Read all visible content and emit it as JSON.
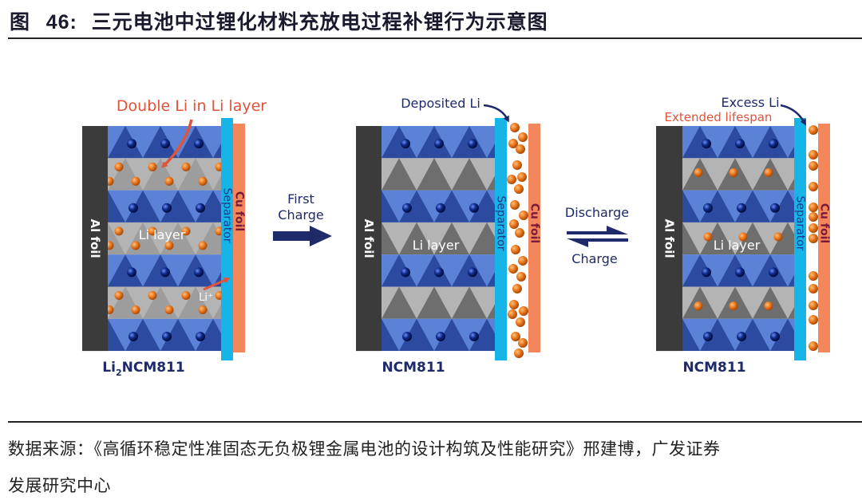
{
  "figure": {
    "prefix": "图",
    "number": "46:",
    "title": "三元电池中过锂化材料充放电过程补锂行为示意图"
  },
  "colors": {
    "al_foil": "#3b3b3b",
    "separator": "#17b4e8",
    "cu_foil": "#f4865c",
    "blue_light": "#5b82d6",
    "blue_dark": "#2c4ba0",
    "gray_light": "#b4b4b4",
    "gray_dark": "#6e6e6e",
    "li_ball": "#e9761d",
    "tm_ball": "#0d2a8c",
    "accent_red": "#e0543a",
    "accent_navy": "#1f2a6b",
    "label_navy": "#1f2a6b"
  },
  "panels": [
    {
      "id": "li2ncm811",
      "caption_main": "Li",
      "caption_sub": "2",
      "caption_rest": "NCM811",
      "al_foil_label": "Al foil",
      "separator_label": "Separator",
      "cu_foil_label": "Cu foil",
      "li_layer_label": "Li layer",
      "annotation": "Double Li in Li layer",
      "ion_label": "Li⁺",
      "li_layer_style": "double",
      "deposit": "none"
    },
    {
      "id": "ncm811-charged",
      "caption_main": "NCM811",
      "caption_sub": "",
      "caption_rest": "",
      "al_foil_label": "Al foil",
      "separator_label": "Separator",
      "cu_foil_label": "Cu foil",
      "li_layer_label": "Li layer",
      "annotation": "Deposited Li",
      "li_layer_style": "empty",
      "deposit": "thick"
    },
    {
      "id": "ncm811-cycled",
      "caption_main": "NCM811",
      "caption_sub": "",
      "caption_rest": "",
      "al_foil_label": "Al foil",
      "separator_label": "Separator",
      "cu_foil_label": "Cu foil",
      "li_layer_label": "Li layer",
      "annotation": "Excess Li",
      "annotation_2": "Extended lifespan",
      "li_layer_style": "single",
      "deposit": "thin"
    }
  ],
  "transitions": [
    {
      "label_top": "First",
      "label_bottom": "Charge",
      "direction": "forward"
    },
    {
      "label_top": "Discharge",
      "label_bottom": "Charge",
      "direction": "reversible"
    }
  ],
  "source": {
    "line1": "数据来源：《高循环稳定性准固态无负极锂金属电池的设计构筑及性能研究》邢建博，广发证券",
    "line2": "发展研究中心"
  }
}
